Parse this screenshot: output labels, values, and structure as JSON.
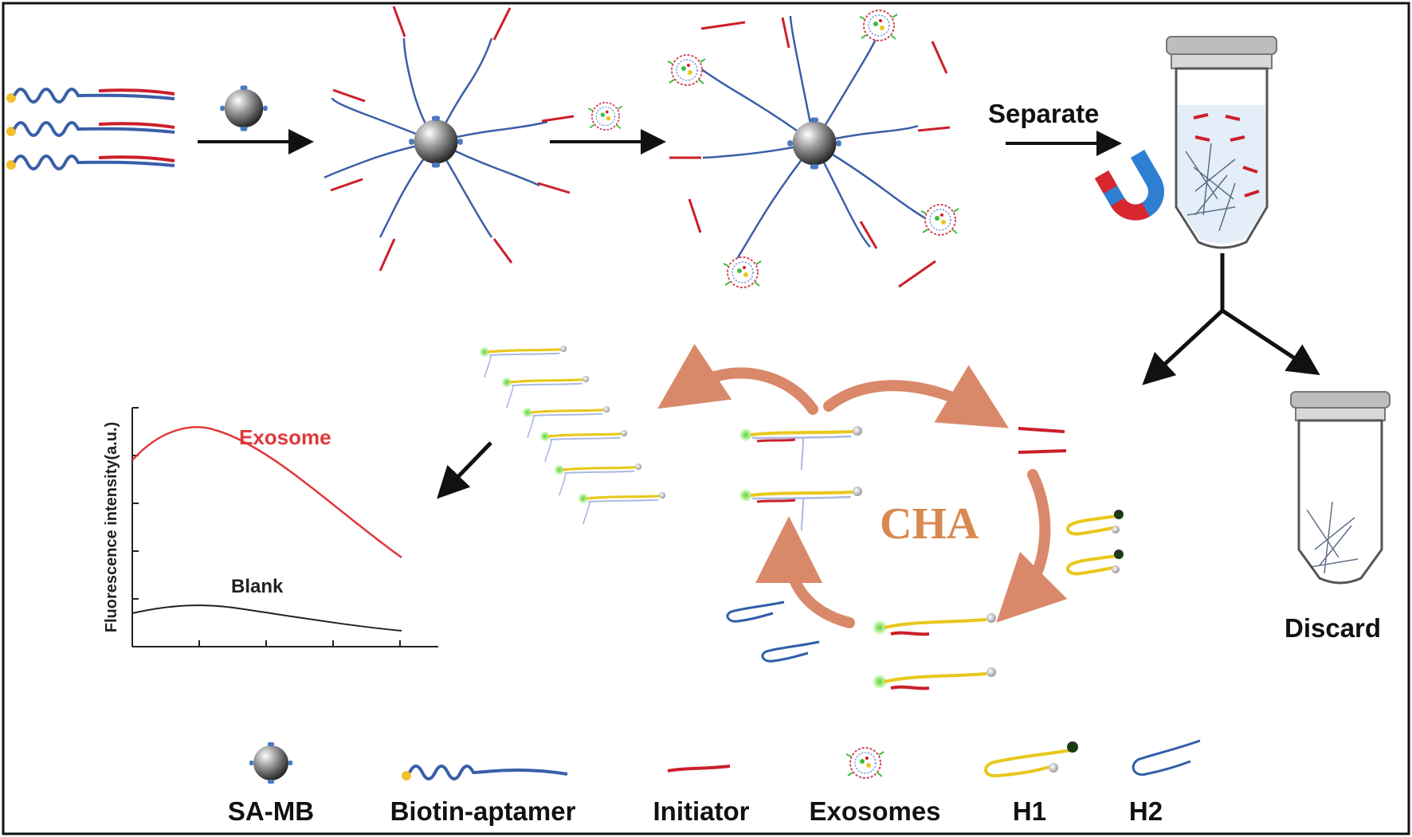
{
  "step_labels": {
    "separate": "Separate",
    "discard": "Discard",
    "cycle": "CHA"
  },
  "plot": {
    "ylabel": "Fluorescence intensity(a.u.)",
    "curves": [
      {
        "name": "Exosome",
        "color": "#e0383b"
      },
      {
        "name": "Blank",
        "color": "#222222"
      }
    ]
  },
  "legend": [
    {
      "label": "SA-MB",
      "icon": "magnetic-bead-icon"
    },
    {
      "label": "Biotin-aptamer",
      "icon": "biotin-aptamer-icon"
    },
    {
      "label": "Initiator",
      "icon": "initiator-strand-icon"
    },
    {
      "label": "Exosomes",
      "icon": "exosome-icon"
    },
    {
      "label": "H1",
      "icon": "h1-hairpin-icon"
    },
    {
      "label": "H2",
      "icon": "h2-hairpin-icon"
    }
  ],
  "colors": {
    "aptamer": "#3a5fa8",
    "initiator": "#cc1f2a",
    "h1": "#e8c81c",
    "h2": "#2f5ea8",
    "cycle_arrow": "#d9896a",
    "fluorophore": "#7ed957",
    "quencher": "#cccccc",
    "exosome_curve": "#e0383b",
    "blank_curve": "#222222"
  }
}
